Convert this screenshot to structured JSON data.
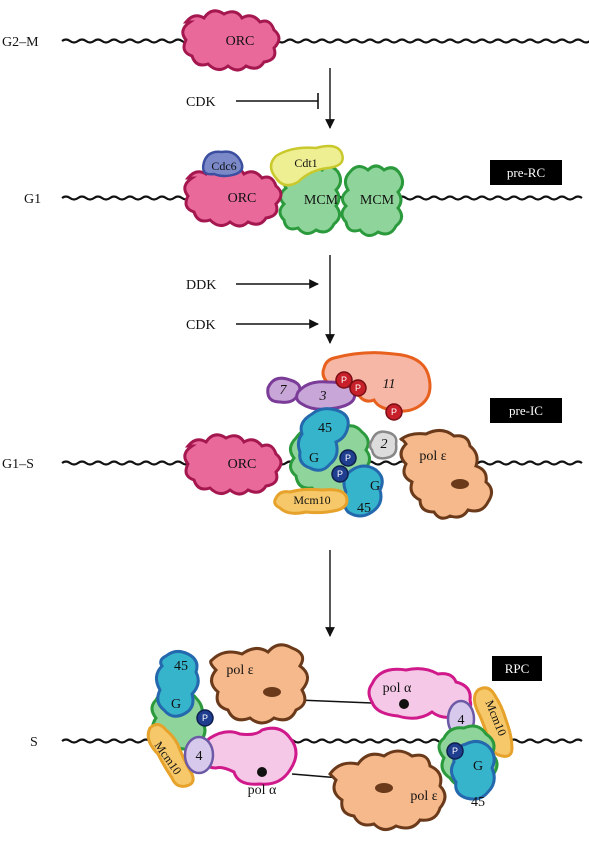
{
  "stages": {
    "g2m": "G2–M",
    "g1": "G1",
    "g1s": "G1–S",
    "s": "S"
  },
  "arrow_labels": {
    "cdk_inhibit": "CDK",
    "ddk": "DDK",
    "cdk": "CDK"
  },
  "badges": {
    "pre_rc": "pre-RC",
    "pre_ic": "pre-IC",
    "rpc": "RPC"
  },
  "proteins": {
    "orc": "ORC",
    "cdc6": "Cdc6",
    "cdt1": "Cdt1",
    "mcm": "MCM",
    "sld7": "7",
    "sld3": "3",
    "sld2": "2",
    "dpb11": "11",
    "cdc45": "45",
    "gins": "G",
    "phospho": "P",
    "mcm10": "Mcm10",
    "pol_epsilon": "pol ε",
    "pol_alpha": "pol α",
    "ctf4": "4"
  },
  "colors": {
    "orc": "#e8699a",
    "orc_stroke": "#a5174f",
    "mcm": "#8fd49a",
    "mcm_stroke": "#2a9a3c",
    "cdt1": "#eeee92",
    "cdc6": "#7b89c9",
    "sld3": "#c8a6d8",
    "sld3_stroke": "#7a3c98",
    "dpb11": "#f7b7a7",
    "dpb11_stroke": "#e8601d",
    "cdc45": "#35b4cc",
    "cdc45_stroke": "#2468ad",
    "gins": "#2e8f9f",
    "phospho_blue": "#1f3e8f",
    "phospho_red": "#c8202a",
    "mcm10": "#f6c86a",
    "mcm10_stroke": "#e6a22a",
    "pol_epsilon": "#f6b98b",
    "pol_epsilon_stroke": "#6b3a1a",
    "pol_alpha": "#f4c8e6",
    "pol_alpha_stroke": "#d0198a",
    "ctf4": "#d7c9ec",
    "ctf4_stroke": "#6d5aa6",
    "badge": "#000000"
  }
}
